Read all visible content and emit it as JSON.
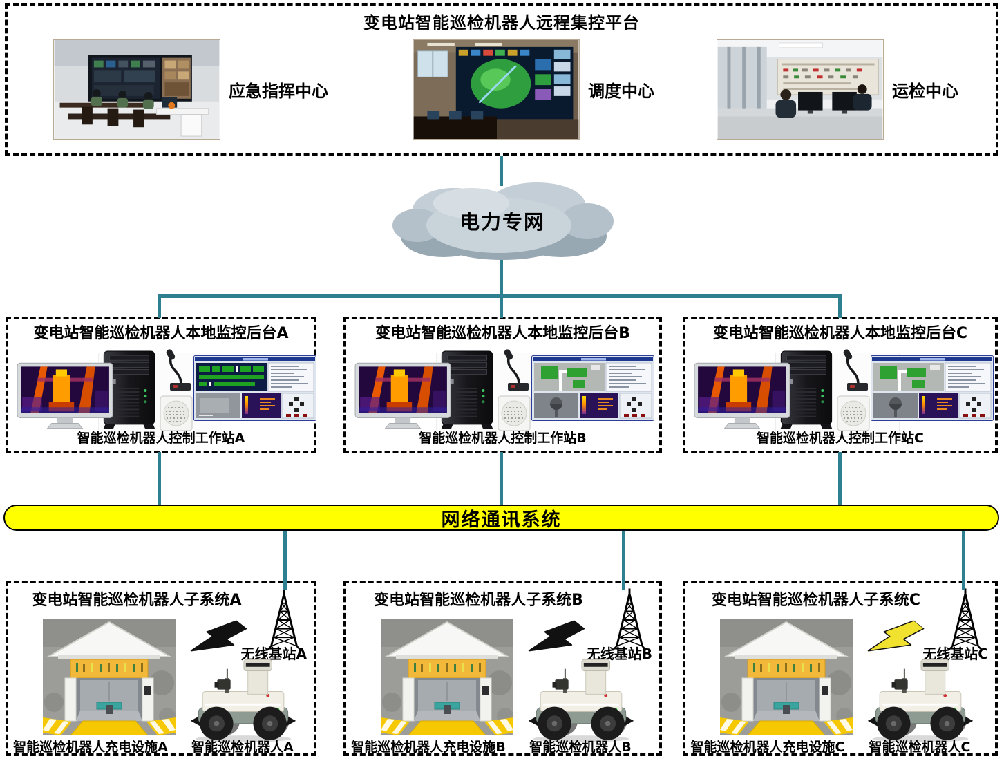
{
  "colors": {
    "connector": "#2e7f8f",
    "bus_fill": "#ffff00",
    "bus_border": "#000000",
    "cloud_fill": "#c3ced6",
    "cloud_shadow": "#97a8b2"
  },
  "platform": {
    "title": "变电站智能巡检机器人远程集控平台",
    "centers": [
      {
        "name": "emergency-command-center",
        "label": "应急指挥中心",
        "photo": "control-room-photo"
      },
      {
        "name": "dispatch-center",
        "label": "调度中心",
        "photo": "dispatch-room-photo"
      },
      {
        "name": "operation-inspection-center",
        "label": "运检中心",
        "photo": "office-room-photo"
      }
    ]
  },
  "cloud": {
    "label": "电力专网"
  },
  "bus": {
    "label": "网络通讯系统"
  },
  "backends": [
    {
      "title": "变电站智能巡检机器人本地监控后台A",
      "workstation": "智能巡检机器人控制工作站A"
    },
    {
      "title": "变电站智能巡检机器人本地监控后台B",
      "workstation": "智能巡检机器人控制工作站B"
    },
    {
      "title": "变电站智能巡检机器人本地监控后台C",
      "workstation": "智能巡检机器人控制工作站C"
    }
  ],
  "subsystems": [
    {
      "title": "变电站智能巡检机器人子系统A",
      "base_station": "无线基站A",
      "charging_station": "智能巡检机器人充电设施A",
      "robot": "智能巡检机器人A",
      "bolt_color": "#111111"
    },
    {
      "title": "变电站智能巡检机器人子系统B",
      "base_station": "无线基站B",
      "charging_station": "智能巡检机器人充电设施B",
      "robot": "智能巡检机器人B",
      "bolt_color": "#111111"
    },
    {
      "title": "变电站智能巡检机器人子系统C",
      "base_station": "无线基站C",
      "charging_station": "智能巡检机器人充电设施C",
      "robot": "智能巡检机器人C",
      "bolt_color": "#f0e22e"
    }
  ]
}
